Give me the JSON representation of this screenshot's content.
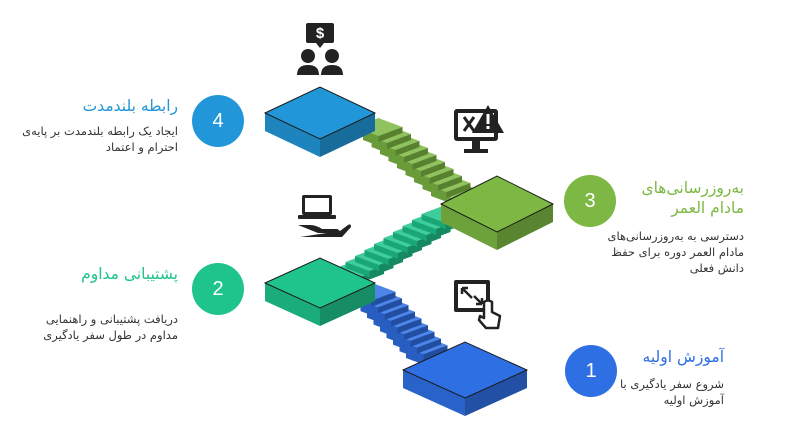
{
  "colors": {
    "step1": "#2f6fe4",
    "step2": "#1ec48c",
    "step3": "#7cb843",
    "step4": "#2196d8",
    "icon": "#222222"
  },
  "steps": [
    {
      "number": "1",
      "title": "آموزش اولیه",
      "description": "شروع سفر یادگیری با آموزش اولیه",
      "icon": "touch-screen-expand-icon"
    },
    {
      "number": "2",
      "title": "پشتیبانی مداوم",
      "description": "دریافت پشتیبانی و راهنمایی مداوم در طول سفر یادگیری",
      "icon": "laptop-hand-icon"
    },
    {
      "number": "3",
      "title": "به‌روزرسانی‌های مادام العمر",
      "description": "دسترسی به به‌روزرسانی‌های مادام العمر دوره برای حفظ دانش فعلی",
      "icon": "monitor-alert-icon"
    },
    {
      "number": "4",
      "title": "رابطه بلندمدت",
      "description": "ایجاد یک رابطه بلندمدت بر پایه‌ی احترام و اعتماد",
      "icon": "people-dollar-icon"
    }
  ]
}
